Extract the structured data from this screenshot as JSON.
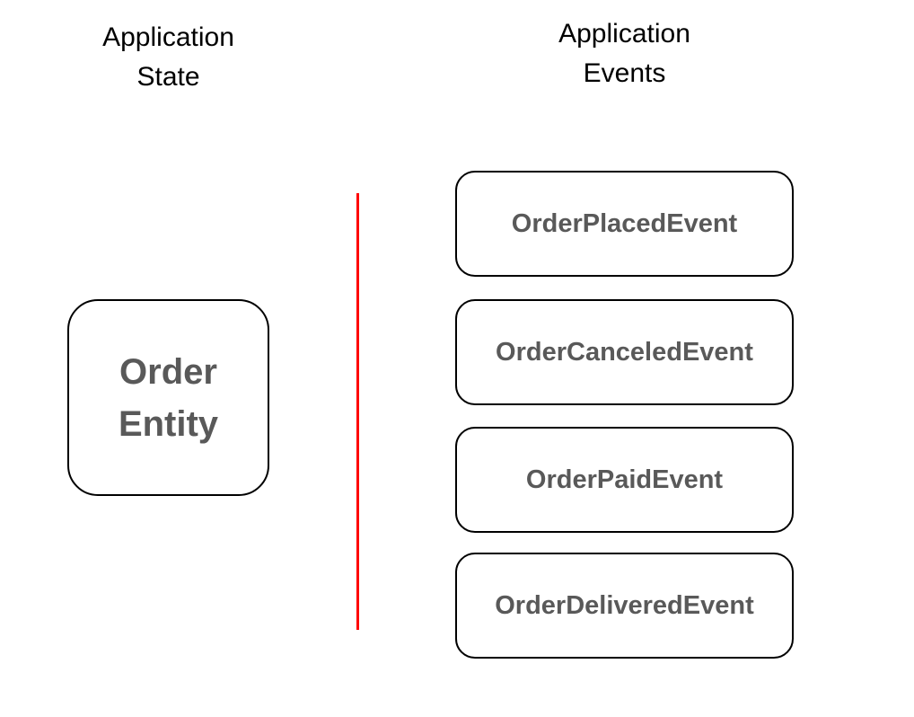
{
  "headings": {
    "state": "Application\nState",
    "events": "Application\nEvents"
  },
  "state_column": {
    "entity_label": "Order\nEntity"
  },
  "events_column": {
    "items": [
      {
        "label": "OrderPlacedEvent"
      },
      {
        "label": "OrderCanceledEvent"
      },
      {
        "label": "OrderPaidEvent"
      },
      {
        "label": "OrderDeliveredEvent"
      }
    ]
  },
  "colors": {
    "background": "#ffffff",
    "box_border": "#000000",
    "heading_text": "#000000",
    "label_text": "#595959",
    "divider_line": "#ff0000"
  }
}
